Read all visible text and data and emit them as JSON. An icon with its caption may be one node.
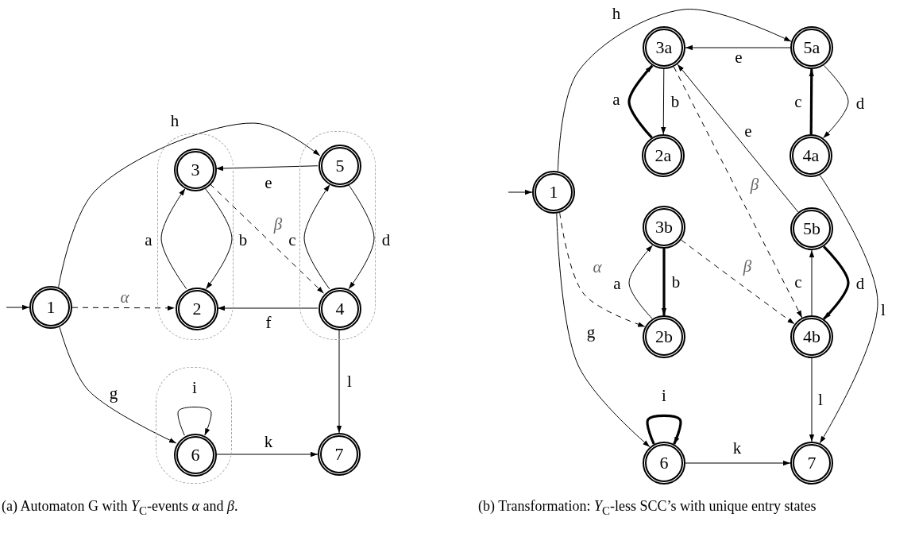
{
  "diagram": {
    "nodes": [
      {
        "text": [],
        "shape": "box"
      },
      {
        "text": [],
        "shape": "box"
      },
      {
        "text": [],
        "shape": "box"
      },
      {
        "text": [
          "1"
        ]
      },
      {
        "text": [
          "3"
        ],
        "in": 0
      },
      {
        "text": [
          "5"
        ],
        "in": 1
      },
      {
        "text": [
          "2"
        ],
        "in": 0
      },
      {
        "text": [
          "4"
        ],
        "in": 1
      },
      {
        "text": [
          "6"
        ],
        "in": 2
      },
      {
        "text": [
          "7"
        ]
      },
      {
        "text": [
          "3a"
        ]
      },
      {
        "text": [
          "5a"
        ]
      },
      {
        "text": [
          "2a"
        ]
      },
      {
        "text": [
          "4a"
        ]
      },
      {
        "text": [
          "1"
        ]
      },
      {
        "text": [
          "3b"
        ]
      },
      {
        "text": [
          "5b"
        ]
      },
      {
        "text": [
          "2b"
        ]
      },
      {
        "text": [
          "4b"
        ]
      },
      {
        "text": [
          "6"
        ]
      },
      {
        "text": [
          "7"
        ]
      }
    ],
    "edges": [
      {
        "from": null,
        "to": 3,
        "arrow": "to"
      },
      {
        "from": 3,
        "to": 5,
        "arrow": "to",
        "label": "h"
      },
      {
        "from": 5,
        "to": 4,
        "arrow": "to",
        "label": "e"
      },
      {
        "from": 6,
        "to": 4,
        "arrow": "to",
        "label": "a"
      },
      {
        "from": 4,
        "to": 6,
        "arrow": "to",
        "label": "b"
      },
      {
        "from": 4,
        "to": 7,
        "arrow": "to",
        "label": "β",
        "style": "dashed"
      },
      {
        "from": 7,
        "to": 5,
        "arrow": "to",
        "label": "c"
      },
      {
        "from": 5,
        "to": 7,
        "arrow": "to",
        "label": "d"
      },
      {
        "from": 3,
        "to": 6,
        "arrow": "to",
        "label": "α",
        "style": "dashed"
      },
      {
        "from": 7,
        "to": 6,
        "arrow": "to",
        "label": "f"
      },
      {
        "from": 3,
        "to": 8,
        "arrow": "to",
        "label": "g"
      },
      {
        "from": 8,
        "to": 8,
        "arrow": "to",
        "label": "i"
      },
      {
        "from": 7,
        "to": 9,
        "arrow": "to",
        "label": "l"
      },
      {
        "from": 8,
        "to": 9,
        "arrow": "to",
        "label": "k"
      },
      {
        "from": null,
        "to": 14,
        "arrow": "to"
      },
      {
        "from": 14,
        "to": 11,
        "arrow": "to",
        "label": "h"
      },
      {
        "from": 11,
        "to": 10,
        "arrow": "to",
        "label": "e"
      },
      {
        "from": 12,
        "to": 10,
        "arrow": "to",
        "label": "a",
        "style": "thick"
      },
      {
        "from": 10,
        "to": 12,
        "arrow": "to",
        "label": "b"
      },
      {
        "from": 13,
        "to": 11,
        "arrow": "to",
        "label": "c",
        "style": "thick"
      },
      {
        "from": 11,
        "to": 13,
        "arrow": "to",
        "label": "d"
      },
      {
        "from": 16,
        "to": 10,
        "arrow": "to",
        "label": "e"
      },
      {
        "from": 10,
        "to": 18,
        "arrow": "to",
        "label": "β",
        "style": "dashed"
      },
      {
        "from": 13,
        "to": 20,
        "arrow": "to",
        "label": "l"
      },
      {
        "from": 14,
        "to": 17,
        "arrow": "to",
        "label": "α",
        "style": "dashed"
      },
      {
        "from": 17,
        "to": 15,
        "arrow": "to",
        "label": "a"
      },
      {
        "from": 15,
        "to": 17,
        "arrow": "to",
        "label": "b",
        "style": "thick"
      },
      {
        "from": 15,
        "to": 18,
        "arrow": "to",
        "label": "β",
        "style": "dashed"
      },
      {
        "from": 18,
        "to": 16,
        "arrow": "to",
        "label": "c"
      },
      {
        "from": 16,
        "to": 18,
        "arrow": "to",
        "label": "d",
        "style": "thick"
      },
      {
        "from": 14,
        "to": 19,
        "arrow": "to",
        "label": "g"
      },
      {
        "from": 18,
        "to": 20,
        "arrow": "to",
        "label": "l"
      },
      {
        "from": 19,
        "to": 19,
        "arrow": "to",
        "label": "i",
        "style": "thick"
      },
      {
        "from": 19,
        "to": 20,
        "arrow": "to",
        "label": "k"
      }
    ],
    "labels": [
      "(a) Automaton G with *Y*$_{C}$-events *α* and *β*.",
      "(b) Transformation: *Y*$_{C}$-less SCC’s with unique entry states"
    ]
  }
}
